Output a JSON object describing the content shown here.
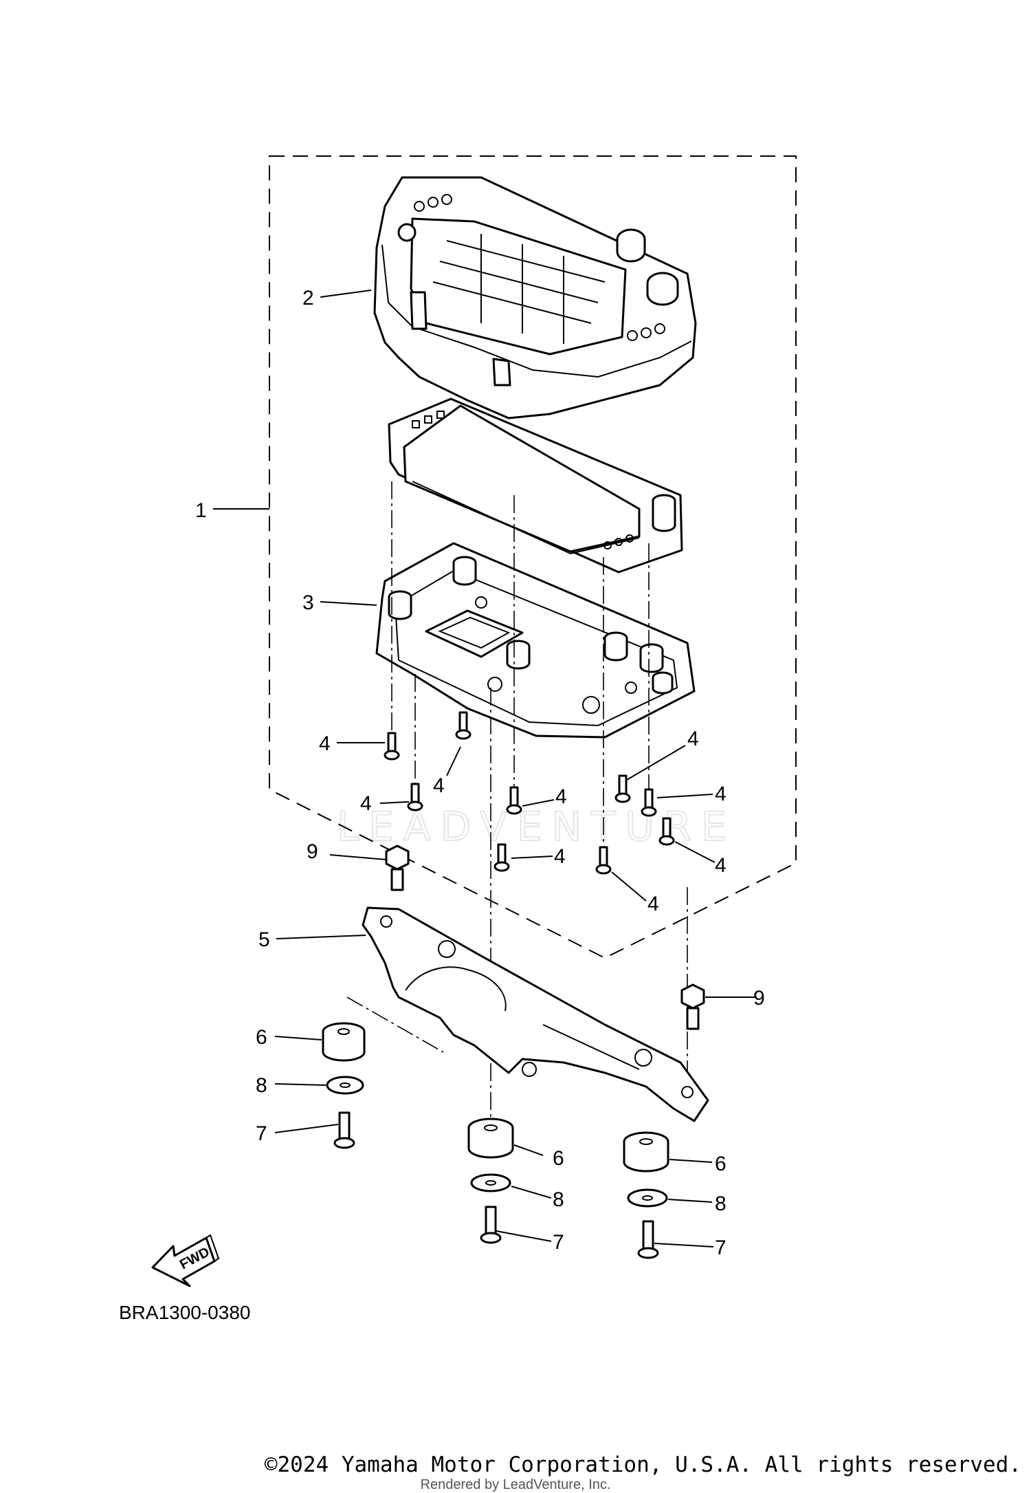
{
  "diagram": {
    "code": "BRA1300-0380",
    "fwd_label": "FWD",
    "watermark": "LEADVENTURE",
    "callouts": [
      {
        "id": "c1",
        "label": "1"
      },
      {
        "id": "c2",
        "label": "2"
      },
      {
        "id": "c3",
        "label": "3"
      },
      {
        "id": "c4a",
        "label": "4"
      },
      {
        "id": "c4b",
        "label": "4"
      },
      {
        "id": "c4c",
        "label": "4"
      },
      {
        "id": "c4d",
        "label": "4"
      },
      {
        "id": "c4e",
        "label": "4"
      },
      {
        "id": "c4f",
        "label": "4"
      },
      {
        "id": "c4g",
        "label": "4"
      },
      {
        "id": "c4h",
        "label": "4"
      },
      {
        "id": "c4i",
        "label": "4"
      },
      {
        "id": "c5",
        "label": "5"
      },
      {
        "id": "c6a",
        "label": "6"
      },
      {
        "id": "c6b",
        "label": "6"
      },
      {
        "id": "c6c",
        "label": "6"
      },
      {
        "id": "c7a",
        "label": "7"
      },
      {
        "id": "c7b",
        "label": "7"
      },
      {
        "id": "c7c",
        "label": "7"
      },
      {
        "id": "c8a",
        "label": "8"
      },
      {
        "id": "c8b",
        "label": "8"
      },
      {
        "id": "c8c",
        "label": "8"
      },
      {
        "id": "c9a",
        "label": "9"
      },
      {
        "id": "c9b",
        "label": "9"
      }
    ]
  },
  "footer": {
    "copyright": "©2024 Yamaha Motor Corporation, U.S.A. All rights reserved.",
    "rendered_by": "Rendered by LeadVenture, Inc."
  }
}
